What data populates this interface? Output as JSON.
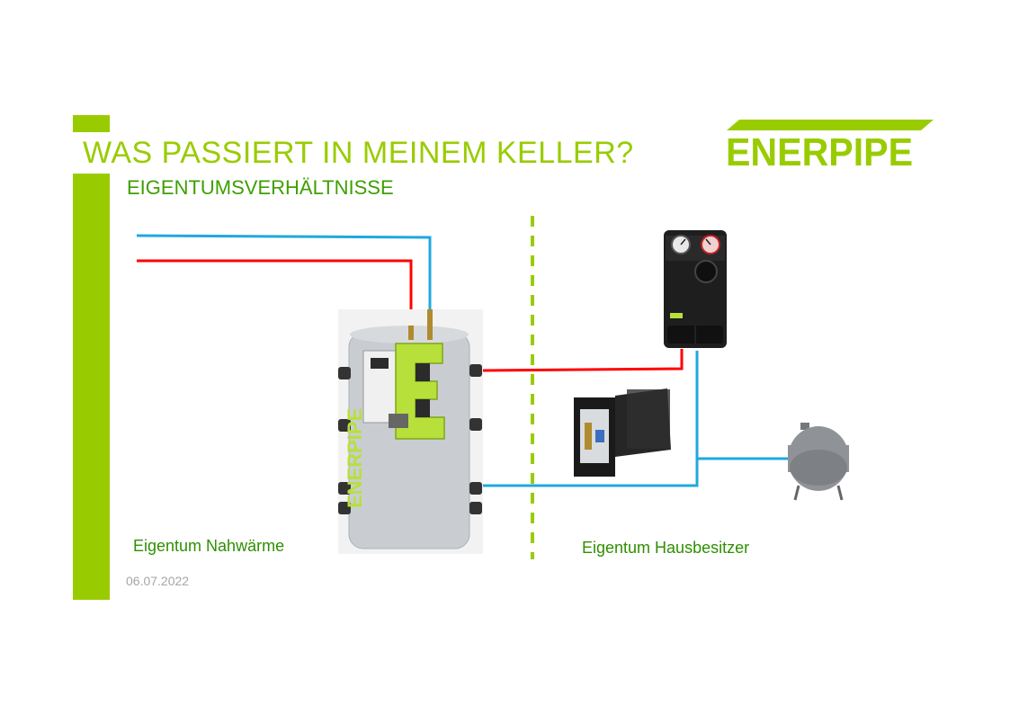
{
  "slide": {
    "title": "WAS PASSIERT IN MEINEM KELLER?",
    "subtitle": "EIGENTUMSVERHÄLTNISSE",
    "date": "06.07.2022"
  },
  "logo": {
    "text": "ENERPIPE",
    "color": "#99cc00"
  },
  "tank": {
    "brand_text": "ENERPIPE"
  },
  "labels": {
    "left": "Eigentum Nahwärme",
    "right": "Eigentum Hausbesitzer"
  },
  "colors": {
    "accent": "#99cc00",
    "hot_pipe": "#ff0000",
    "cold_pipe": "#1fa8e0",
    "label_green": "#2f8f00",
    "date_gray": "#a6a6a6"
  }
}
